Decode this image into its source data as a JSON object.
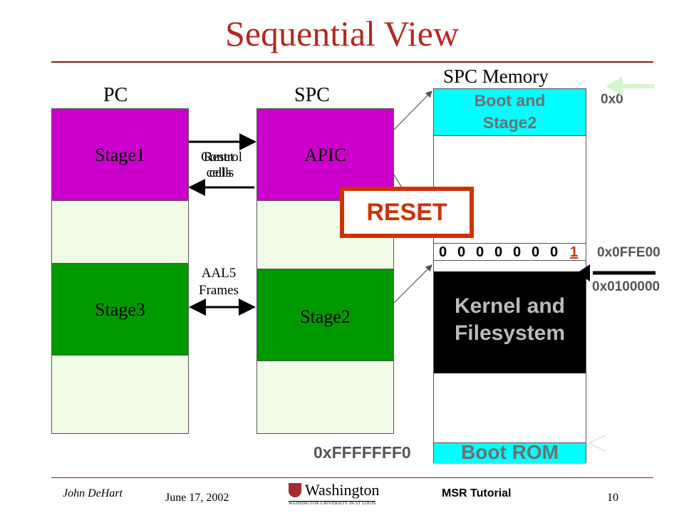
{
  "title": "Sequential View",
  "columns": {
    "pc": "PC",
    "spc": "SPC",
    "spc_memory": "SPC Memory"
  },
  "pc_stages": {
    "stage1": "Stage1",
    "stage3": "Stage3"
  },
  "spc_stages": {
    "apic": "APIC",
    "stage2": "Stage2"
  },
  "arrows": {
    "control_cells_line1": "Control",
    "control_cells_line2": "cells",
    "reset_cells_line1": "Reset",
    "reset_cells_line2": "cells",
    "aal5_line1": "AAL5",
    "aal5_line2": "Frames"
  },
  "memory": {
    "boot_stage2_line1": "Boot and",
    "boot_stage2_line2": "Stage2",
    "bits": [
      "0",
      "0",
      "0",
      "0",
      "0",
      "0",
      "0",
      "1"
    ],
    "kernel_line1": "Kernel and",
    "kernel_line2": "Filesystem",
    "boot_rom": "Boot ROM"
  },
  "addresses": {
    "a0": "0x0",
    "a1": "0x0FFE00",
    "a2": "0x0100000",
    "a3": "0xFFFFFFF0"
  },
  "reset_label": "RESET",
  "footer": {
    "author": "John DeHart",
    "date": "June 17, 2002",
    "logo_name": "Washington",
    "logo_sub": "WASHINGTON UNIVERSITY IN ST LOUIS",
    "tutorial": "MSR Tutorial",
    "page": "10"
  },
  "colors": {
    "magenta": "#cc00cc",
    "light_green": "#f0fce8",
    "green": "#009900",
    "cyan": "#00ffff",
    "black": "#000000",
    "reset_border": "#cc3300",
    "title_red": "#b5281e"
  }
}
